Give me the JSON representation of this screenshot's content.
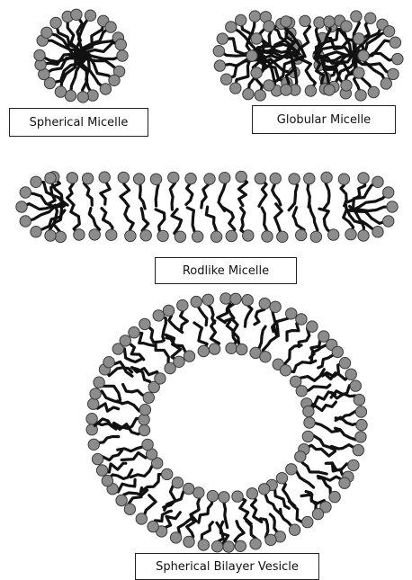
{
  "labels": {
    "spherical_micelle": "Spherical Micelle",
    "globular_micelle": "Globular Micelle",
    "rodlike_micelle": "Rodlike Micelle",
    "spherical_bilayer_vesicle": "Spherical Bilayer Vesicle"
  },
  "colors": {
    "head_fill": "#8c8c8c",
    "head_stroke": "#3a3a3a",
    "tail": "#111111"
  }
}
